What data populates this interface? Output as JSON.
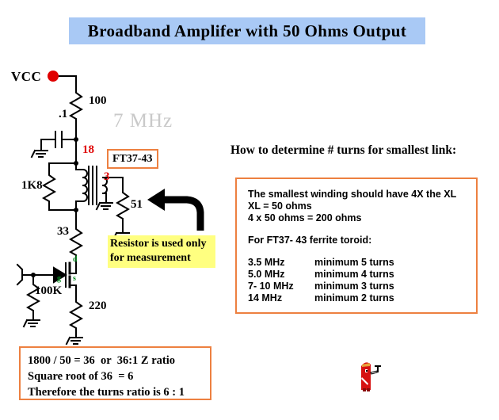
{
  "title": {
    "text": "Broadband Amplifer with 50 Ohms Output",
    "banner_color": "#a9c9f5"
  },
  "watermark": {
    "text": "7 MHz",
    "color": "#c9c9c9"
  },
  "schematic": {
    "supply_label": "VCC",
    "supply_dot_color": "#e00000",
    "components": [
      {
        "name": "r-100",
        "label": "100"
      },
      {
        "name": "c-point1",
        "label": ".1"
      },
      {
        "name": "r-1k8",
        "label": "1K8"
      },
      {
        "name": "r-33",
        "label": "33"
      },
      {
        "name": "r-51",
        "label": "51"
      },
      {
        "name": "r-100k",
        "label": "100K"
      },
      {
        "name": "r-220",
        "label": "220"
      }
    ],
    "transformer": {
      "core_label": "FT37-43",
      "primary_turns": "18",
      "secondary_turns": "3",
      "turns_color": "#e00000",
      "core_box_color": "#ed8040"
    },
    "fet_pins": {
      "gate": "g",
      "drain": "d",
      "source": "s",
      "color": "#0a8a22"
    }
  },
  "notes": {
    "resistor_note": {
      "line1": "Resistor is used only",
      "line2": "for measurement",
      "highlight_color": "#ffff80"
    }
  },
  "howto": {
    "heading": "How to determine # turns for smallest link:",
    "box_border_color": "#ed8040",
    "lines": [
      "The smallest winding should have 4X the XL",
      "XL = 50 ohms",
      "4 x 50 ohms = 200 ohms"
    ],
    "toroid_heading": "For FT37- 43 ferrite toroid:",
    "table": [
      {
        "freq": "3.5 MHz",
        "turns": "minimum 5 turns"
      },
      {
        "freq": "5.0 MHz",
        "turns": "minimum 4 turns"
      },
      {
        "freq": "7- 10 MHz",
        "turns": "minimum 3 turns"
      },
      {
        "freq": "14 MHz",
        "turns": "minimum 2 turns"
      }
    ]
  },
  "ratio_box": {
    "border_color": "#ed8040",
    "line1": "1800 / 50 = 36  or  36:1 Z ratio",
    "line2": "Square root of 36  = 6",
    "line3": "Therefore the turns ratio is 6 : 1"
  }
}
